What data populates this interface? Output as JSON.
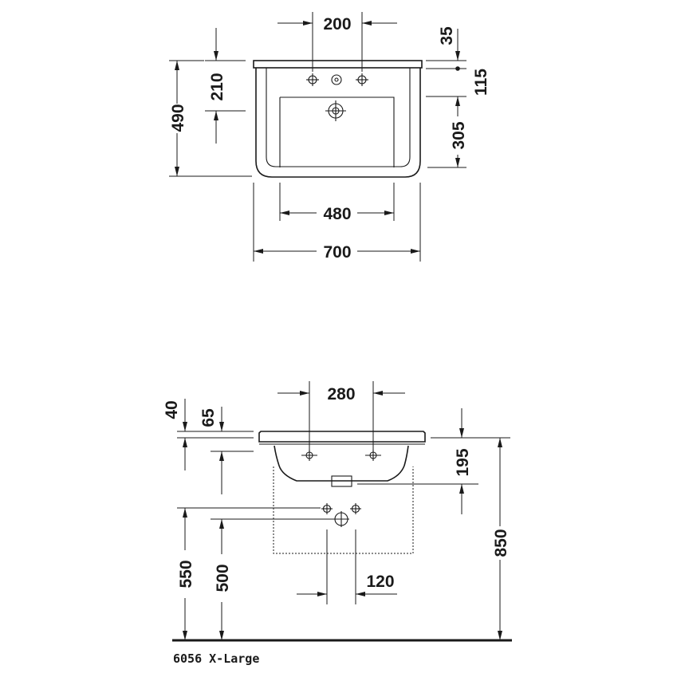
{
  "top_view": {
    "dims": {
      "tap_spacing": "200",
      "rim_thickness": "35",
      "rim_to_tap": "115",
      "back_to_tap": "210",
      "depth": "490",
      "bowl_depth": "305",
      "bowl_width": "480",
      "width": "700"
    }
  },
  "front_view": {
    "dims": {
      "tap_spacing": "280",
      "dim_40": "40",
      "dim_65": "65",
      "bowl_height": "195",
      "height_850": "850",
      "height_550": "550",
      "height_500": "500",
      "offset_120": "120"
    }
  },
  "caption": "6056 X-Large"
}
